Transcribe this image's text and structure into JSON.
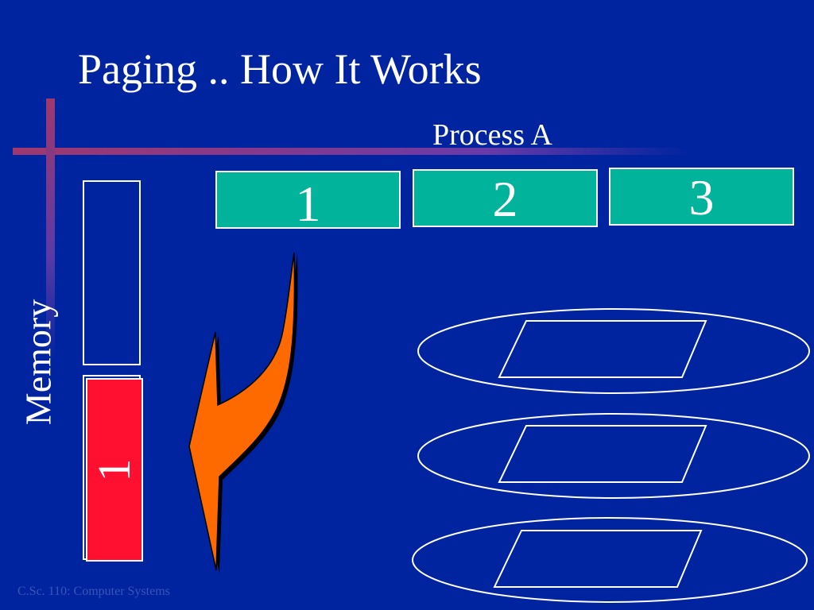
{
  "slide": {
    "title": "Paging .. How It Works",
    "process_label": "Process A",
    "pages": [
      "1",
      "2",
      "3"
    ],
    "memory_label": "Memory",
    "memory_page_label": "1",
    "footer": "C.Sc. 110: Computer Systems"
  },
  "colors": {
    "background": "#0024a0",
    "page_fill": "#00b39a",
    "memory_page_fill": "#ff1030",
    "arrow_fill": "#ff6a00",
    "accent_line": "#9a3a7a"
  }
}
